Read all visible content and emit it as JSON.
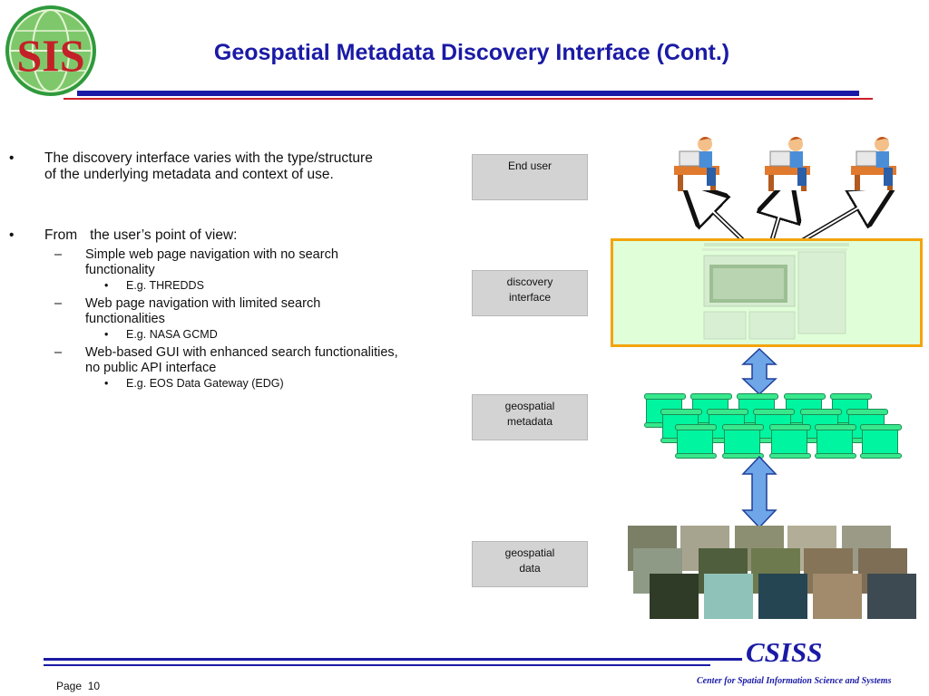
{
  "slide": {
    "title": "Geospatial Metadata Discovery Interface (Cont.)",
    "logo_text": "SIS"
  },
  "bullets": [
    {
      "text_line1": "The discovery interface varies with the type/structure",
      "text_line2": "of the underlying metadata and context of use."
    },
    {
      "text_a": "From",
      "text_b": "the user’s point of view:",
      "subs": [
        {
          "line1": "Simple web page navigation with no search",
          "line2": "functionality",
          "example": "E.g. THREDDS"
        },
        {
          "line1": "Web page navigation with limited search",
          "line2": "functionalities",
          "example": "E.g. NASA GCMD"
        },
        {
          "line1": "Web-based GUI with enhanced search functionalities,",
          "line2": "no public API interface",
          "example": "E.g. EOS Data Gateway (EDG)"
        }
      ]
    }
  ],
  "markers": {
    "bullet": "•",
    "dash": "–"
  },
  "diagram": {
    "labels": [
      {
        "line1": "End user",
        "line2": ""
      },
      {
        "line1": "discovery",
        "line2": "interface"
      },
      {
        "line1": "geospatial",
        "line2": "metadata"
      },
      {
        "line1": "geospatial",
        "line2": "data"
      }
    ],
    "icons": {
      "user": "person-at-computer-icon",
      "metadata": "scroll-icon",
      "data": "satellite-image-tile"
    }
  },
  "footer": {
    "brand": "CSISS",
    "brand_sub": "Center for Spatial Information Science and Systems",
    "page_label": "Page",
    "page_number": "10"
  },
  "colors": {
    "title": "#1a1aa6",
    "accent_red": "#cc1f2a",
    "panel_border": "#f3a40c",
    "scroll": "#00f5a0",
    "arrow": "#6ea6e8"
  }
}
